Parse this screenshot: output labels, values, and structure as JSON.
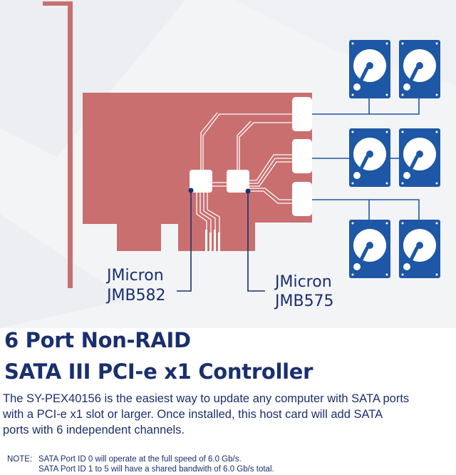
{
  "colors": {
    "board": "#c96f6f",
    "bracket": "#c96f6f",
    "port": "#ffffff",
    "drive": "#1d57a5",
    "text": "#1a2f6e"
  },
  "labels": {
    "chip1": [
      "JMicron",
      "JMB582"
    ],
    "chip2": [
      "JMicron",
      "JMB575"
    ]
  },
  "title": {
    "line1": "6 Port Non-RAID",
    "line2": "SATA III PCI-e x1 Controller"
  },
  "description": [
    "The SY-PEX40156 is the easiest way to update any computer with SATA ports",
    "with a PCI-e x1 slot or larger. Once installed, this host card will add SATA",
    "ports with 6 independent channels."
  ],
  "note": {
    "tag": "NOTE:",
    "lines": [
      "SATA Port ID 0 will operate at the full speed of 6.0 Gb/s.",
      "SATA Port ID 1 to 5 will have a shared bandwith of 6.0 Gb/s total."
    ]
  },
  "icons": {
    "drive": "hard-drive-icon",
    "chip": "chip-icon",
    "port": "sata-port-icon"
  }
}
